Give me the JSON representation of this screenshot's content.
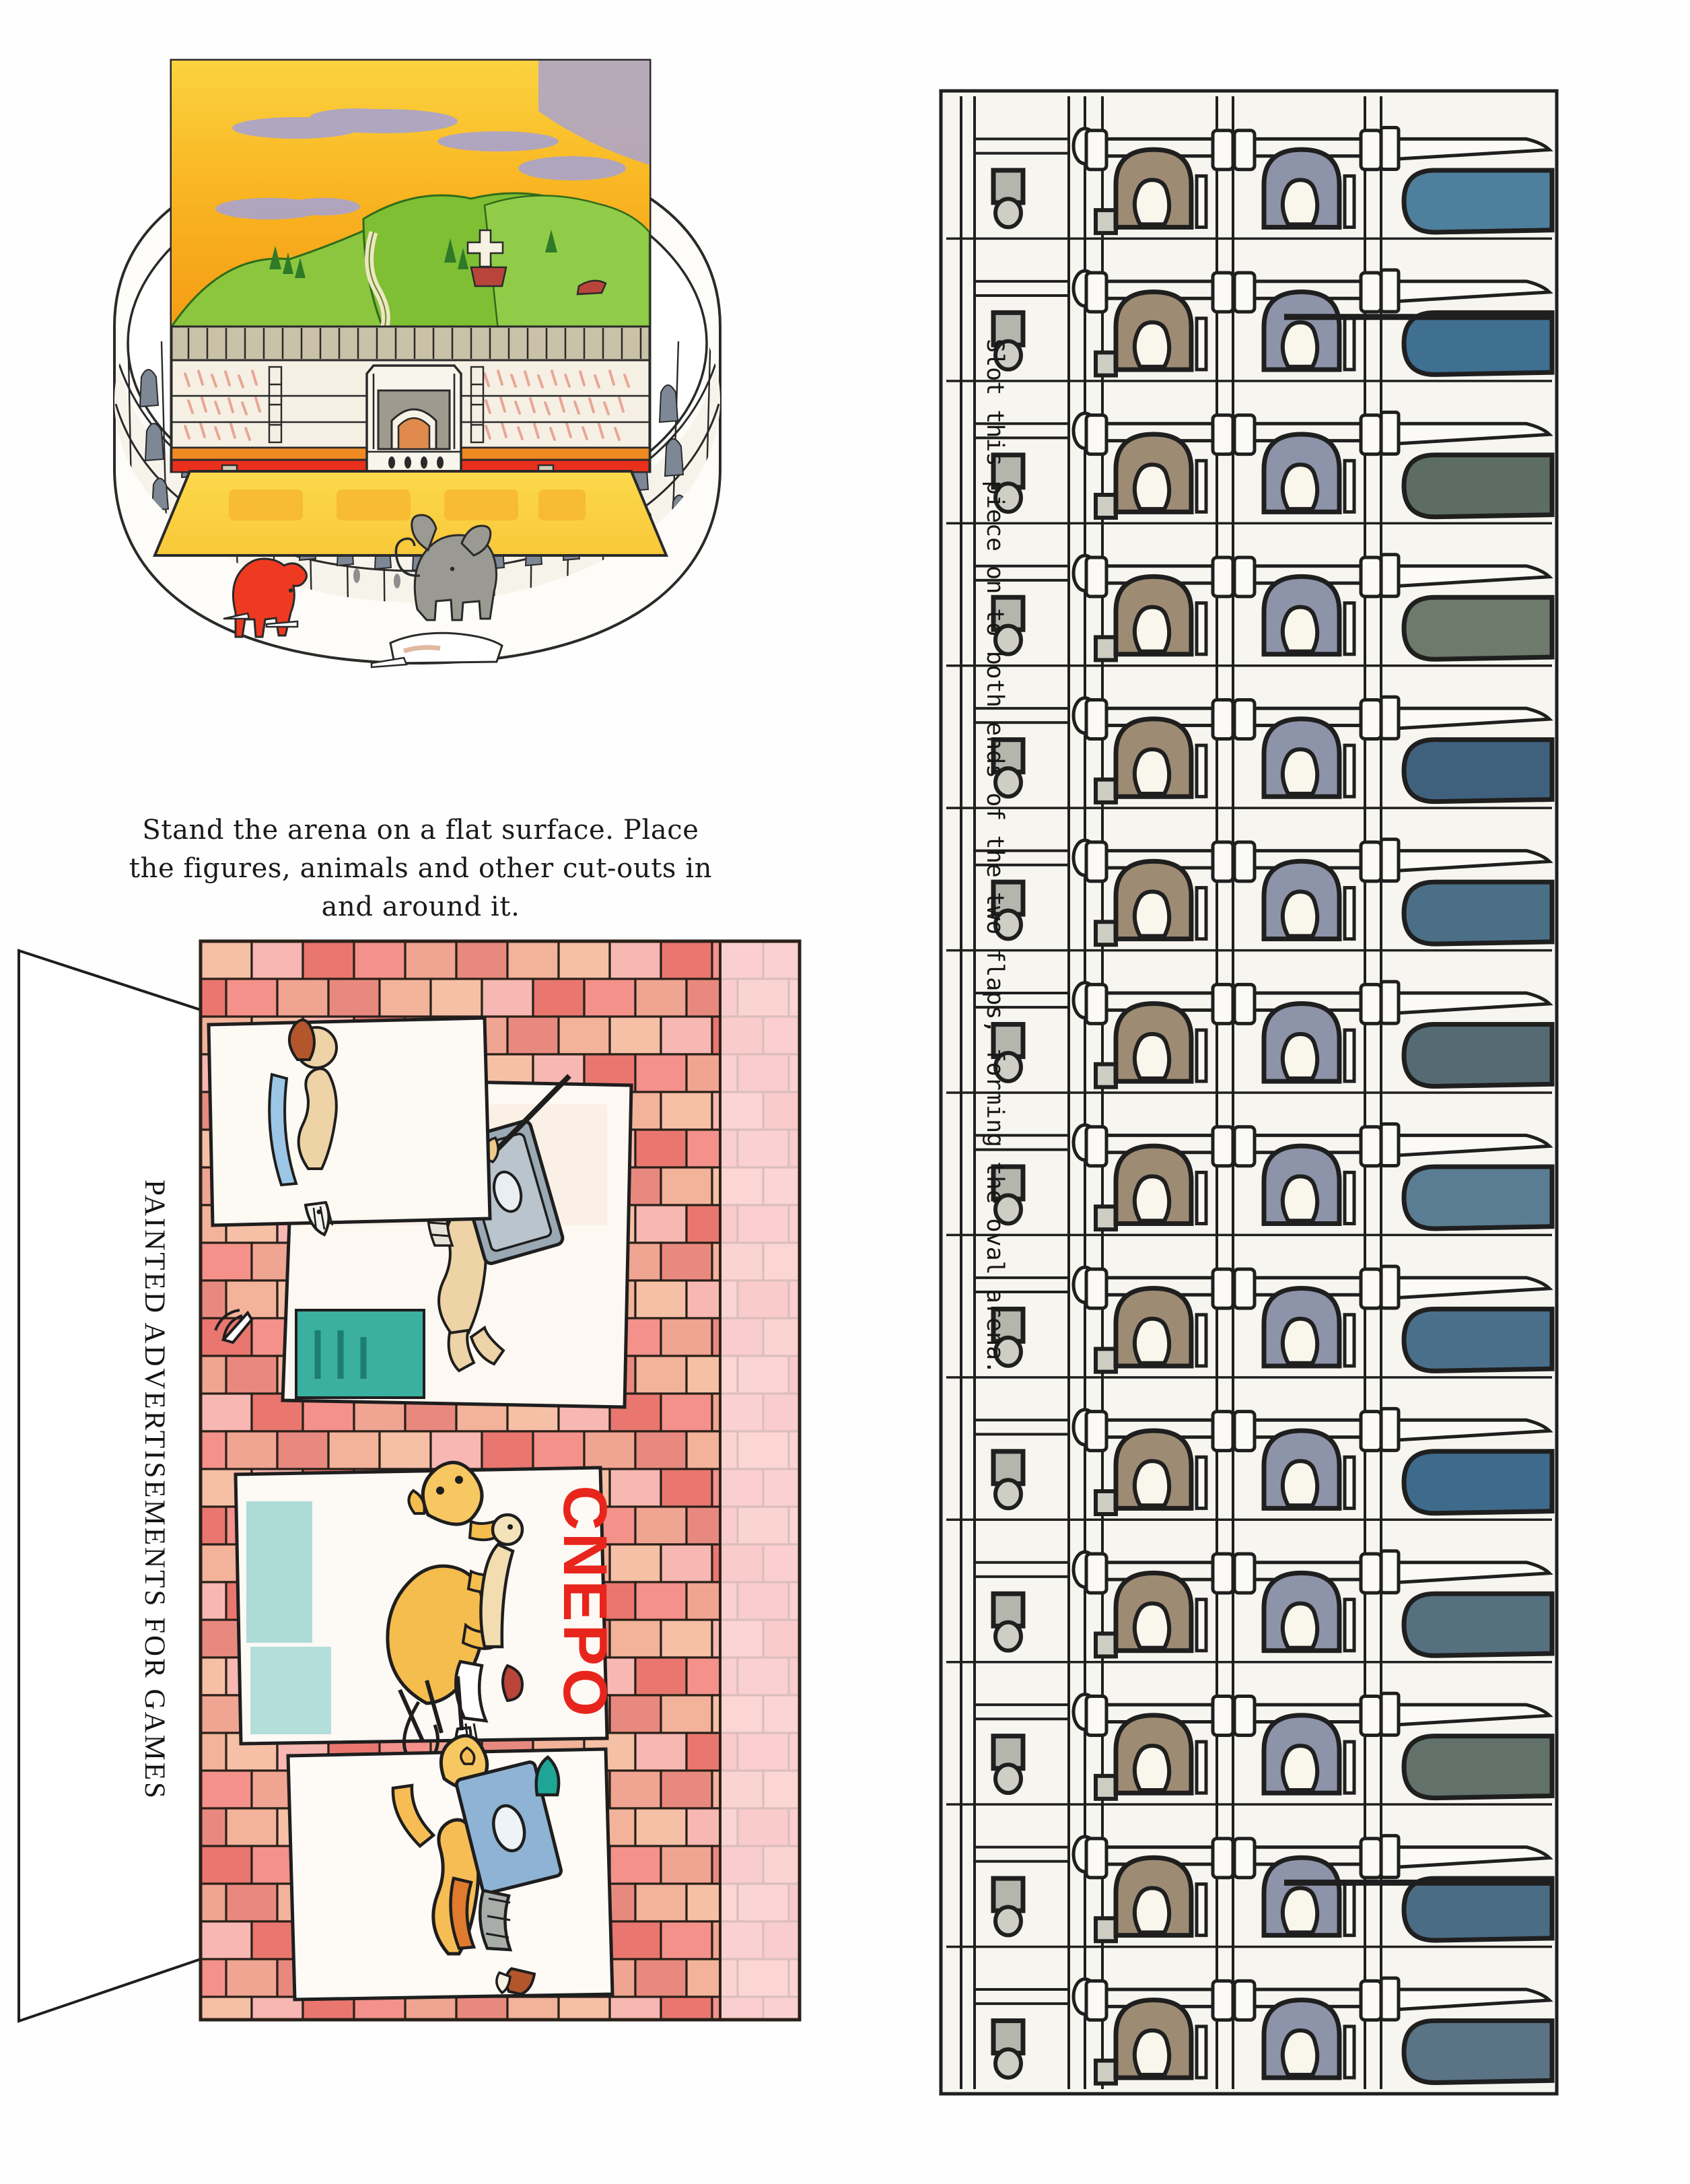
{
  "page": {
    "background_color": "#ffffff",
    "title": "Roman arena model instruction sheet"
  },
  "arena": {
    "caption_lines": [
      "Stand the arena on a flat surface. Place",
      "the figures, animals and other cut-outs in",
      "and around it."
    ],
    "backdrop": {
      "sky_color": "#f7a61c",
      "sky_top_color": "#fbd13f",
      "cloud_color": "#a9a3cf",
      "hill_color_light": "#8cc63e",
      "hill_color_dark": "#5faa29",
      "path_color": "#efe6c4",
      "wall_upper_color": "#f2ece2",
      "wall_band_color": "#c9c2a8",
      "wall_red_color": "#e8301c",
      "wall_orange_color": "#ef8a23",
      "floor_color": "#fbd13f"
    },
    "animals": [
      {
        "name": "bear",
        "color": "#ef3a22"
      },
      {
        "name": "elephant",
        "color": "#9a9a93"
      }
    ],
    "base_color": "#fdfdfb",
    "arcade_shadow_color": "#7e8796"
  },
  "wall": {
    "vertical_label": "PAINTED ADVERTISEMENTS FOR GAMES",
    "brick_colors": [
      "#f4918b",
      "#f0a492",
      "#e8897f",
      "#f2b39a",
      "#f6c0a6",
      "#f7b7b2",
      "#e9776f"
    ],
    "mortar_color": "#2b2119",
    "fold_line_style": "dashed",
    "flap_color": "#ffffff",
    "posters": [
      {
        "name": "poster-gladiator-blue",
        "background": "#fdf7f3",
        "accent": "#2f86b8",
        "shield_color": "#9aa9b4",
        "panel_color": "#3bb0a0",
        "figure_skin": "#f0d2a4"
      },
      {
        "name": "poster-lion",
        "background": "#fdf8f4",
        "lion_color": "#f5bc4e",
        "text": "CNEPO",
        "text_color": "#e8251c",
        "panel_color": "#6cc3bd"
      },
      {
        "name": "poster-gladiator-orange",
        "background": "#fdfaf6",
        "figure_color": "#f7bd55",
        "shield_color": "#8fb3d4",
        "armour_color": "#a9adaa",
        "accent": "#e07a2c",
        "teal": "#1fa596"
      }
    ]
  },
  "colonnade": {
    "vertical_label": "Slot this piece on to both ends of the two flaps, forming the oval arena.",
    "rows": 14,
    "background": "#f7f5ef",
    "line_color": "#1f1f1f",
    "columns": [
      {
        "name": "pilaster-column",
        "arch_fill": "none"
      },
      {
        "name": "arcade-column-brown",
        "arch_fill": "#9d8b73"
      },
      {
        "name": "arcade-column-slate",
        "arch_fill": "#8d93a8"
      },
      {
        "name": "arcade-column-blue",
        "arch_fill": "#55788f"
      }
    ],
    "arch_fills_right": [
      "#4e7f9c",
      "#3f6f91",
      "#5d6d64",
      "#6e7a6c",
      "#40617d",
      "#4b6f86",
      "#556b73",
      "#5b7d93",
      "#4a6f8a",
      "#3e6a8c",
      "#55707e",
      "#62716a",
      "#4b6c85",
      "#5a7385"
    ],
    "connector_marks": 2
  }
}
